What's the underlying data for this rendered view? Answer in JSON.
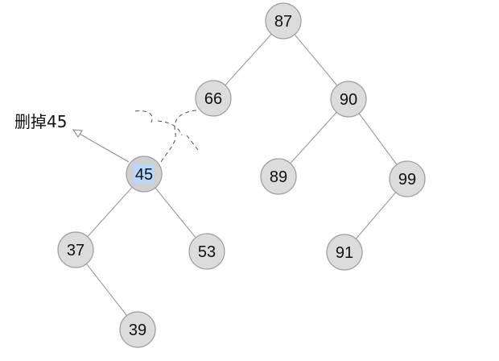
{
  "annotation": {
    "text": "删掉45"
  },
  "highlight_color": "#b9d7fb",
  "tree": {
    "nodes": [
      {
        "id": "n87",
        "label": "87"
      },
      {
        "id": "n66",
        "label": "66"
      },
      {
        "id": "n90",
        "label": "90"
      },
      {
        "id": "n45",
        "label": "45",
        "highlighted": true
      },
      {
        "id": "n89",
        "label": "89"
      },
      {
        "id": "n99",
        "label": "99"
      },
      {
        "id": "n37",
        "label": "37"
      },
      {
        "id": "n53",
        "label": "53"
      },
      {
        "id": "n91",
        "label": "91"
      },
      {
        "id": "n39",
        "label": "39"
      }
    ],
    "edges": [
      {
        "from": "n87",
        "to": "n66"
      },
      {
        "from": "n87",
        "to": "n90"
      },
      {
        "from": "n90",
        "to": "n89"
      },
      {
        "from": "n90",
        "to": "n99"
      },
      {
        "from": "n99",
        "to": "n91"
      },
      {
        "from": "n45",
        "to": "n37"
      },
      {
        "from": "n45",
        "to": "n53"
      },
      {
        "from": "n37",
        "to": "n39"
      }
    ]
  }
}
